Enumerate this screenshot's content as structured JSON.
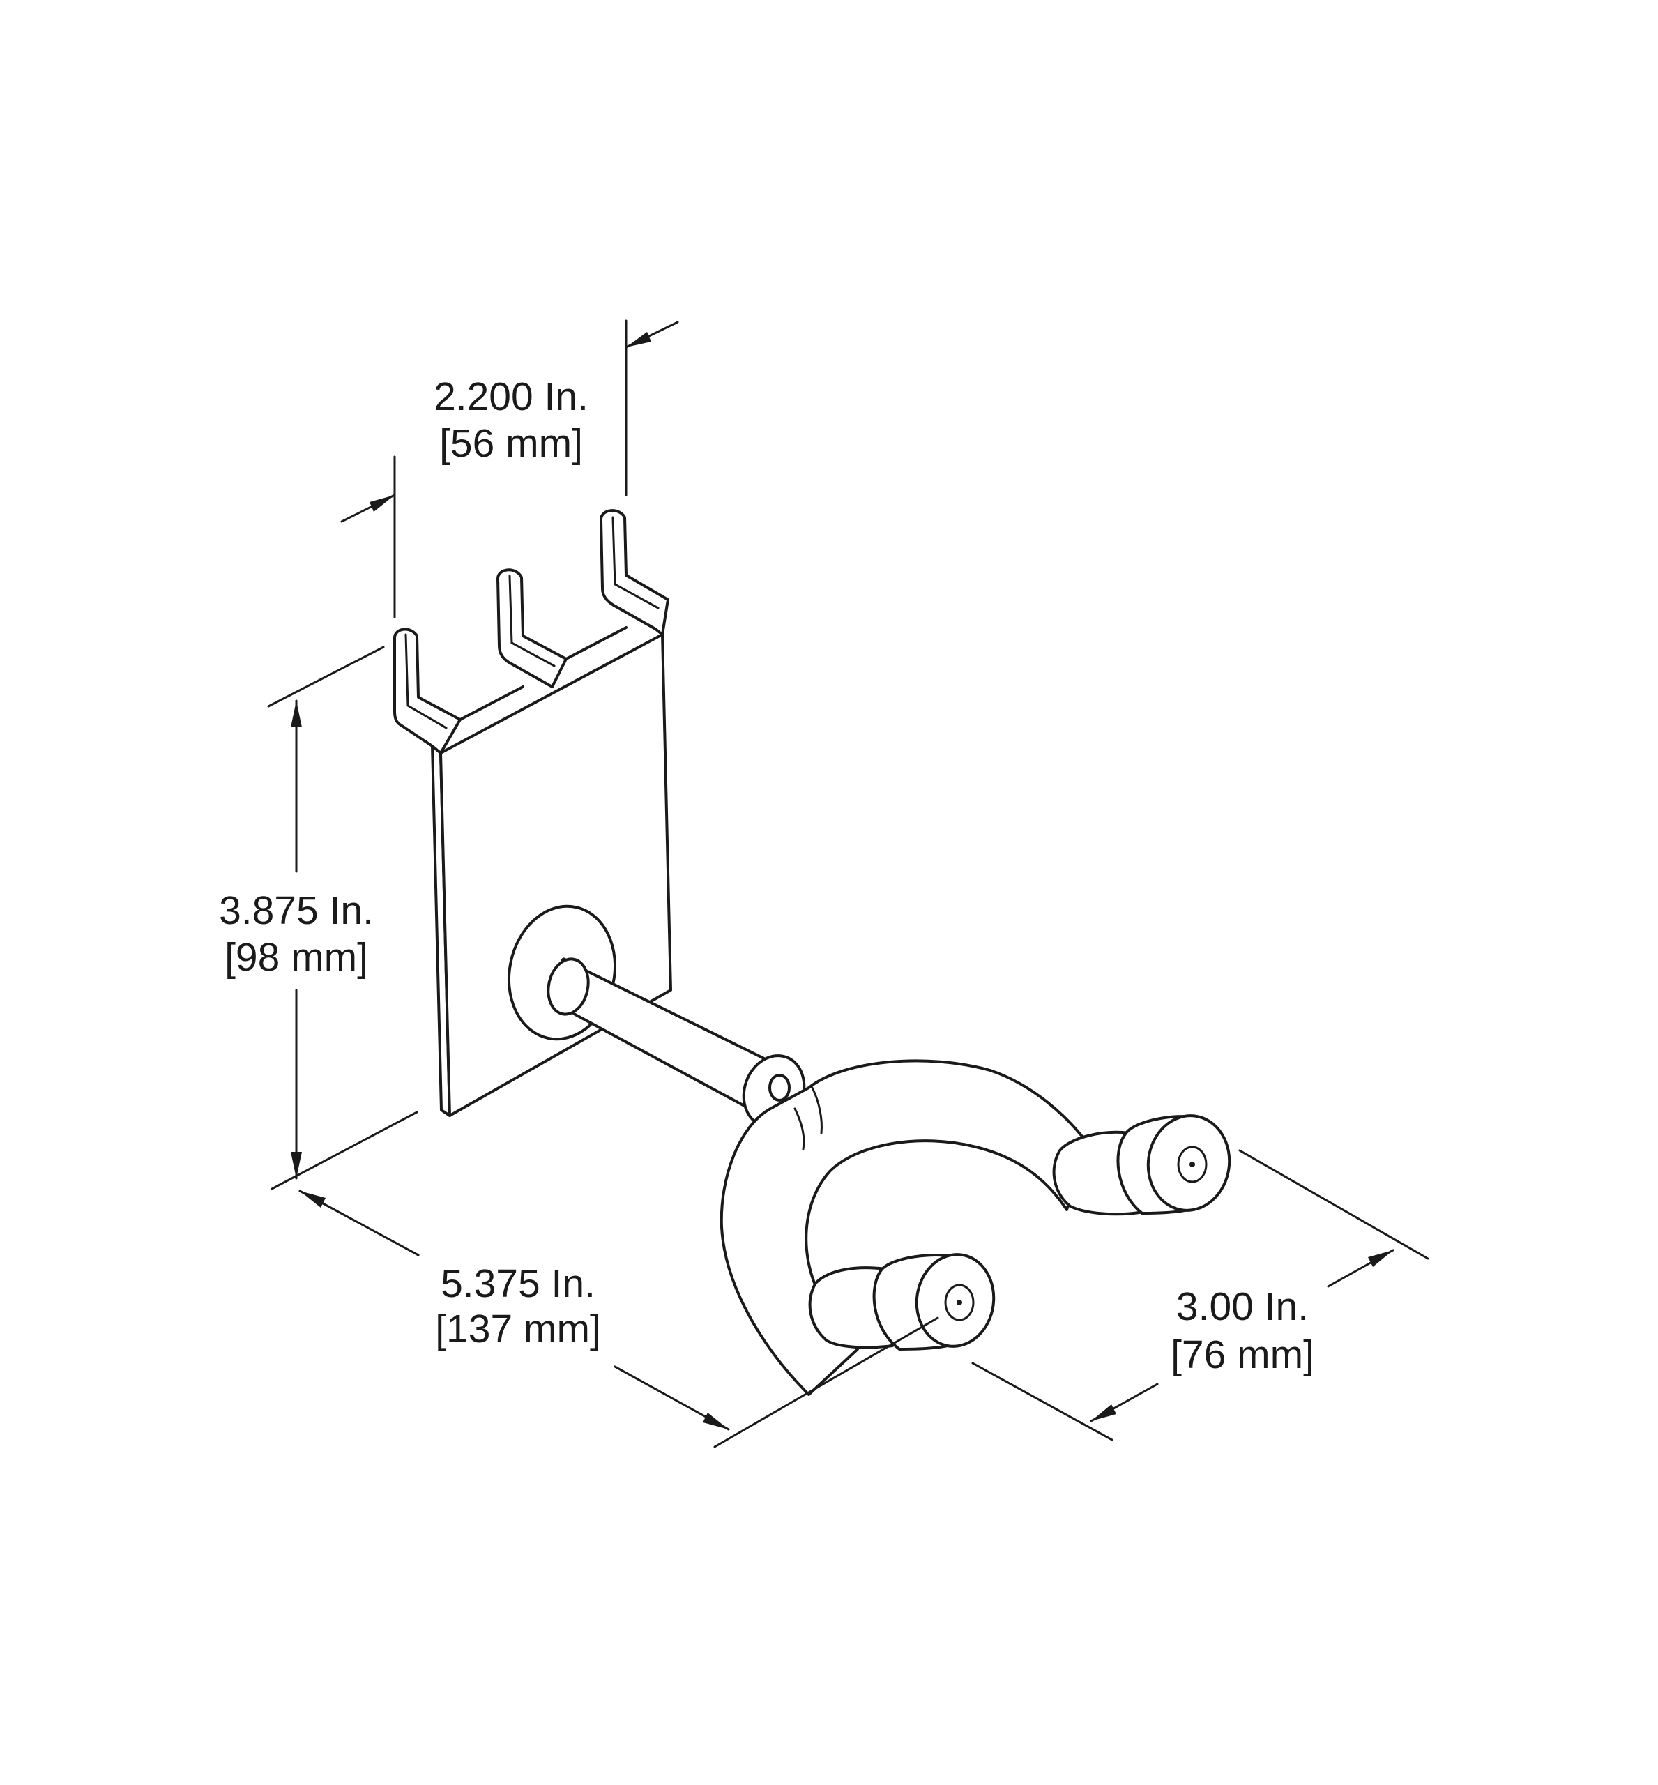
{
  "dimensions": {
    "width": {
      "inches": "2.200 In.",
      "mm": "[56 mm]"
    },
    "height": {
      "inches": "3.875 In.",
      "mm": "[98 mm]"
    },
    "depth": {
      "inches": "5.375 In.",
      "mm": "[137 mm]"
    },
    "span": {
      "inches": "3.00 In.",
      "mm": "[76 mm]"
    }
  }
}
